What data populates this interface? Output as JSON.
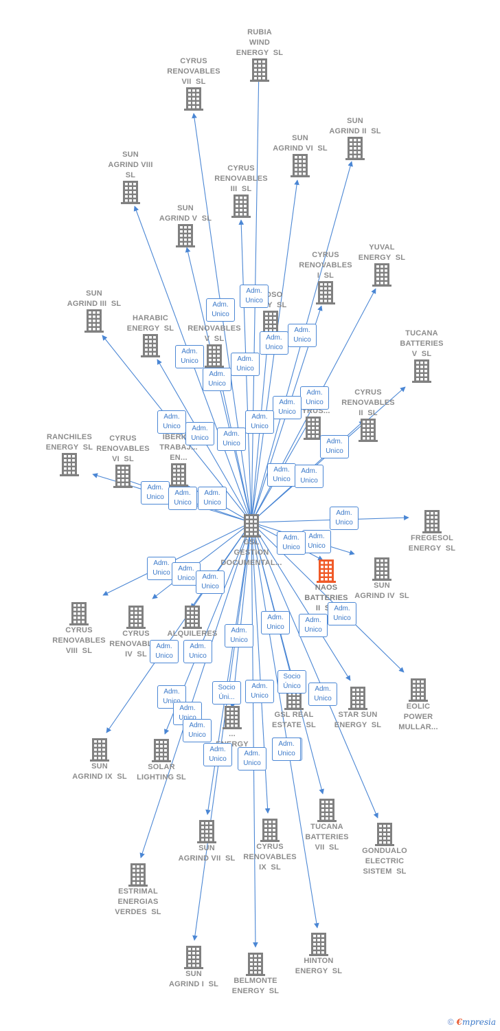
{
  "colors": {
    "edge": "#4a86d4",
    "building": "#808080",
    "highlight": "#f05a28",
    "label": "#8c8c8c"
  },
  "center": {
    "label": "GSL\nGESTION\nDOCUMENTAL..."
  },
  "nodes": [
    {
      "label": "RUBIA\nWIND\nENERGY  SL"
    },
    {
      "label": "CYRUS\nRENOVABLES\nVII  SL"
    },
    {
      "label": "SUN\nAGRIND II  SL"
    },
    {
      "label": "SUN\nAGRIND VI  SL"
    },
    {
      "label": "SUN\nAGRIND VIII\nSL"
    },
    {
      "label": "CYRUS\nRENOVABLES\nIII  SL"
    },
    {
      "label": "SUN\nAGRIND V  SL"
    },
    {
      "label": "YUVAL\nENERGY  SL"
    },
    {
      "label": "CYRUS\nRENOVABLES\nI  SL"
    },
    {
      "label": "...OSO\n...GY  SL"
    },
    {
      "label": "SUN\nAGRIND III  SL"
    },
    {
      "label": "HARABIC\nENERGY  SL"
    },
    {
      "label": "C...\nRENOVABLES\nV  SL"
    },
    {
      "label": "TUCANA\nBATTERIES\nV  SL"
    },
    {
      "label": "CYRUS\nRENOVABLES\nII  SL"
    },
    {
      "label": "CYRUS..."
    },
    {
      "label": "RANCHILES\nENERGY  SL"
    },
    {
      "label": "CYRUS\nRENOVABLES\nVI  SL"
    },
    {
      "label": "IBERICA\nTRABAJ...\nEN..."
    },
    {
      "label": "FREGESOL\nENERGY  SL"
    },
    {
      "label": "SUN\nAGRIND IV  SL"
    },
    {
      "label": "NAOS\nBATTERIES\nII  S..."
    },
    {
      "label": "CYRUS\nRENOVABLES\nVIII  SL"
    },
    {
      "label": "CYRUS\nRENOVABLES\nIV  SL"
    },
    {
      "label": "ALQUILERES\nC..."
    },
    {
      "label": "EOLIC\nPOWER\nMULLAR..."
    },
    {
      "label": "STAR SUN\nENERGY  SL"
    },
    {
      "label": "GSL REAL\nESTATE  SL"
    },
    {
      "label": "...\nENERGY"
    },
    {
      "label": "SUN\nAGRIND IX  SL"
    },
    {
      "label": "SOLAR\nLIGHTING SL"
    },
    {
      "label": "TUCANA\nBATTERIES\nVII  SL"
    },
    {
      "label": "GONDUALO\nELECTRIC\nSISTEM  SL"
    },
    {
      "label": "SUN\nAGRIND VII  SL"
    },
    {
      "label": "CYRUS\nRENOVABLES\nIX  SL"
    },
    {
      "label": "ESTRIMAL\nENERGIAS\nVERDES  SL"
    },
    {
      "label": "HINTON\nENERGY  SL"
    },
    {
      "label": "SUN\nAGRIND I  SL"
    },
    {
      "label": "BELMONTE\nENERGY  SL"
    }
  ],
  "badges": [
    {
      "l1": "Adm.",
      "l2": "Unico"
    },
    {
      "l1": "Adm.",
      "l2": "Unico"
    },
    {
      "l1": "Adm.",
      "l2": "Unico"
    },
    {
      "l1": "Adm.",
      "l2": "Unico"
    },
    {
      "l1": "Adm.",
      "l2": "Unico"
    },
    {
      "l1": "Adm.",
      "l2": "Unico"
    },
    {
      "l1": "Adm.",
      "l2": "Unico"
    },
    {
      "l1": "Adm.",
      "l2": "Unico"
    },
    {
      "l1": "Adm.",
      "l2": "Unico"
    },
    {
      "l1": "Adm.",
      "l2": "Unico"
    },
    {
      "l1": "Adm.",
      "l2": "Unico"
    },
    {
      "l1": "Adm.",
      "l2": "Unico"
    },
    {
      "l1": "Adm.",
      "l2": "Unico"
    },
    {
      "l1": "Adm.",
      "l2": "Unico"
    },
    {
      "l1": "Adm.",
      "l2": "Unico"
    },
    {
      "l1": "Adm.",
      "l2": "Unico"
    },
    {
      "l1": "Adm.",
      "l2": "Unico"
    },
    {
      "l1": "Adm.",
      "l2": "Unico"
    },
    {
      "l1": "Adm.",
      "l2": "Unico"
    },
    {
      "l1": "Adm.",
      "l2": "Unico"
    },
    {
      "l1": "Adm.",
      "l2": "Unico"
    },
    {
      "l1": "Adm.",
      "l2": "Unico"
    },
    {
      "l1": "Adm.",
      "l2": "Unico"
    },
    {
      "l1": "Adm.",
      "l2": "Unico"
    },
    {
      "l1": "Adm.",
      "l2": "Unico"
    },
    {
      "l1": "Adm.",
      "l2": "Unico"
    },
    {
      "l1": "Adm.",
      "l2": "Unico"
    },
    {
      "l1": "Adm.",
      "l2": "Unico"
    },
    {
      "l1": "Adm.",
      "l2": "Unico"
    },
    {
      "l1": "Adm.",
      "l2": "Unico"
    },
    {
      "l1": "Adm.",
      "l2": "Unico"
    },
    {
      "l1": "Adm.",
      "l2": "Unico"
    },
    {
      "l1": "Adm.",
      "l2": "Unico"
    },
    {
      "l1": "Socio",
      "l2": "Úni..."
    },
    {
      "l1": "Adm.",
      "l2": "Unico"
    },
    {
      "l1": "Socio",
      "l2": "Único"
    },
    {
      "l1": "Adm.",
      "l2": "Unico"
    },
    {
      "l1": "Adm.",
      "l2": "Unico"
    },
    {
      "l1": "Adm.",
      "l2": "Unico"
    },
    {
      "l1": "Adm.",
      "l2": "Unico"
    },
    {
      "l1": "Adm.",
      "l2": "Unico"
    },
    {
      "l1": "Adm.",
      "l2": "Unico"
    },
    {
      "l1": "Adm.",
      "l2": "Unico"
    },
    {
      "l1": "Adm.",
      "l2": "Unico"
    },
    {
      "l1": "Adm.",
      "l2": "Unico"
    }
  ],
  "brand": {
    "copyright": "©",
    "e": "€",
    "rest": "mpresia"
  }
}
